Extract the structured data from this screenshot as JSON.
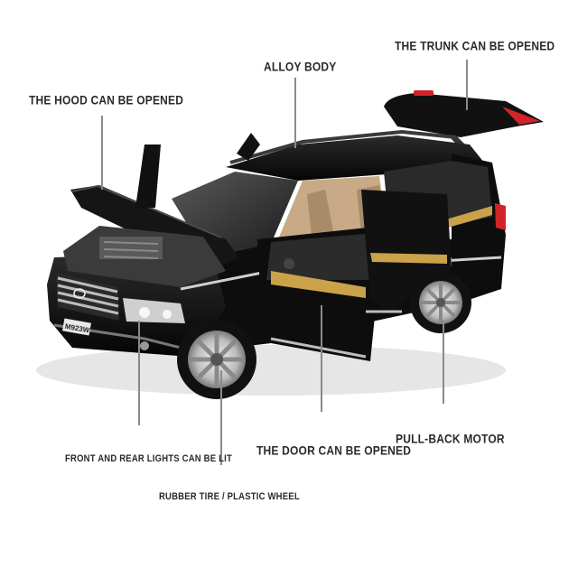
{
  "labels": {
    "hood": "THE HOOD CAN BE OPENED",
    "alloy_body": "ALLOY BODY",
    "trunk": "THE TRUNK CAN BE OPENED",
    "lights": "FRONT AND REAR LIGHTS CAN BE LIT",
    "door": "THE DOOR CAN BE OPENED",
    "motor": "PULL-BACK MOTOR",
    "tire": "RUBBER TIRE / PLASTIC WHEEL"
  },
  "car": {
    "plate_text": "M923W",
    "body_color": "#0d0d0d",
    "stripe_color": "#c9a24a",
    "interior_color": "#c8ab86",
    "taillight_color": "#d2232a"
  }
}
